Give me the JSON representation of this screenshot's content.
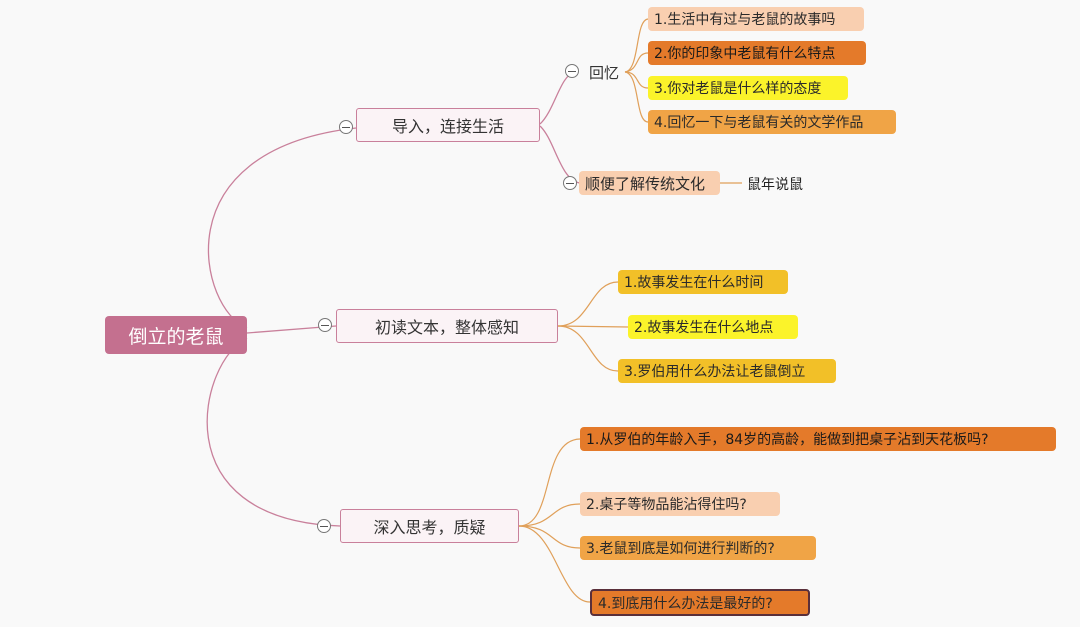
{
  "mindmap": {
    "root": "倒立的老鼠",
    "branches": [
      {
        "label": "导入，连接生活",
        "subbranches": [
          {
            "label": "回忆",
            "items": [
              {
                "text": "1.生活中有过与老鼠的故事吗",
                "color": "#f9cfb0"
              },
              {
                "text": "2.你的印象中老鼠有什么特点",
                "color": "#e47a2a"
              },
              {
                "text": "3.你对老鼠是什么样的态度",
                "color": "#fbf32a"
              },
              {
                "text": "4.回忆一下与老鼠有关的文学作品",
                "color": "#f0a446"
              }
            ]
          },
          {
            "label": "顺便了解传统文化",
            "color": "#f9cfb0",
            "items": [
              {
                "text": "鼠年说鼠"
              }
            ]
          }
        ]
      },
      {
        "label": "初读文本，整体感知",
        "items": [
          {
            "text": "1.故事发生在什么时间",
            "color": "#f2c028"
          },
          {
            "text": "2.故事发生在什么地点",
            "color": "#fbf32a"
          },
          {
            "text": "3.罗伯用什么办法让老鼠倒立",
            "color": "#f2c028"
          }
        ]
      },
      {
        "label": "深入思考，质疑",
        "items": [
          {
            "text": "1.从罗伯的年龄入手，84岁的高龄，能做到把桌子沾到天花板吗?",
            "color": "#e47a2a"
          },
          {
            "text": "2.桌子等物品能沾得住吗?",
            "color": "#f9cfb0"
          },
          {
            "text": "3.老鼠到底是如何进行判断的?",
            "color": "#f0a446"
          },
          {
            "text": "4.到底用什么办法是最好的?",
            "color": "#e47a2a"
          }
        ]
      }
    ],
    "colors": {
      "root": "#c4708f",
      "connector": "#c9809b",
      "leaf_connector": "#e0a05a"
    }
  }
}
